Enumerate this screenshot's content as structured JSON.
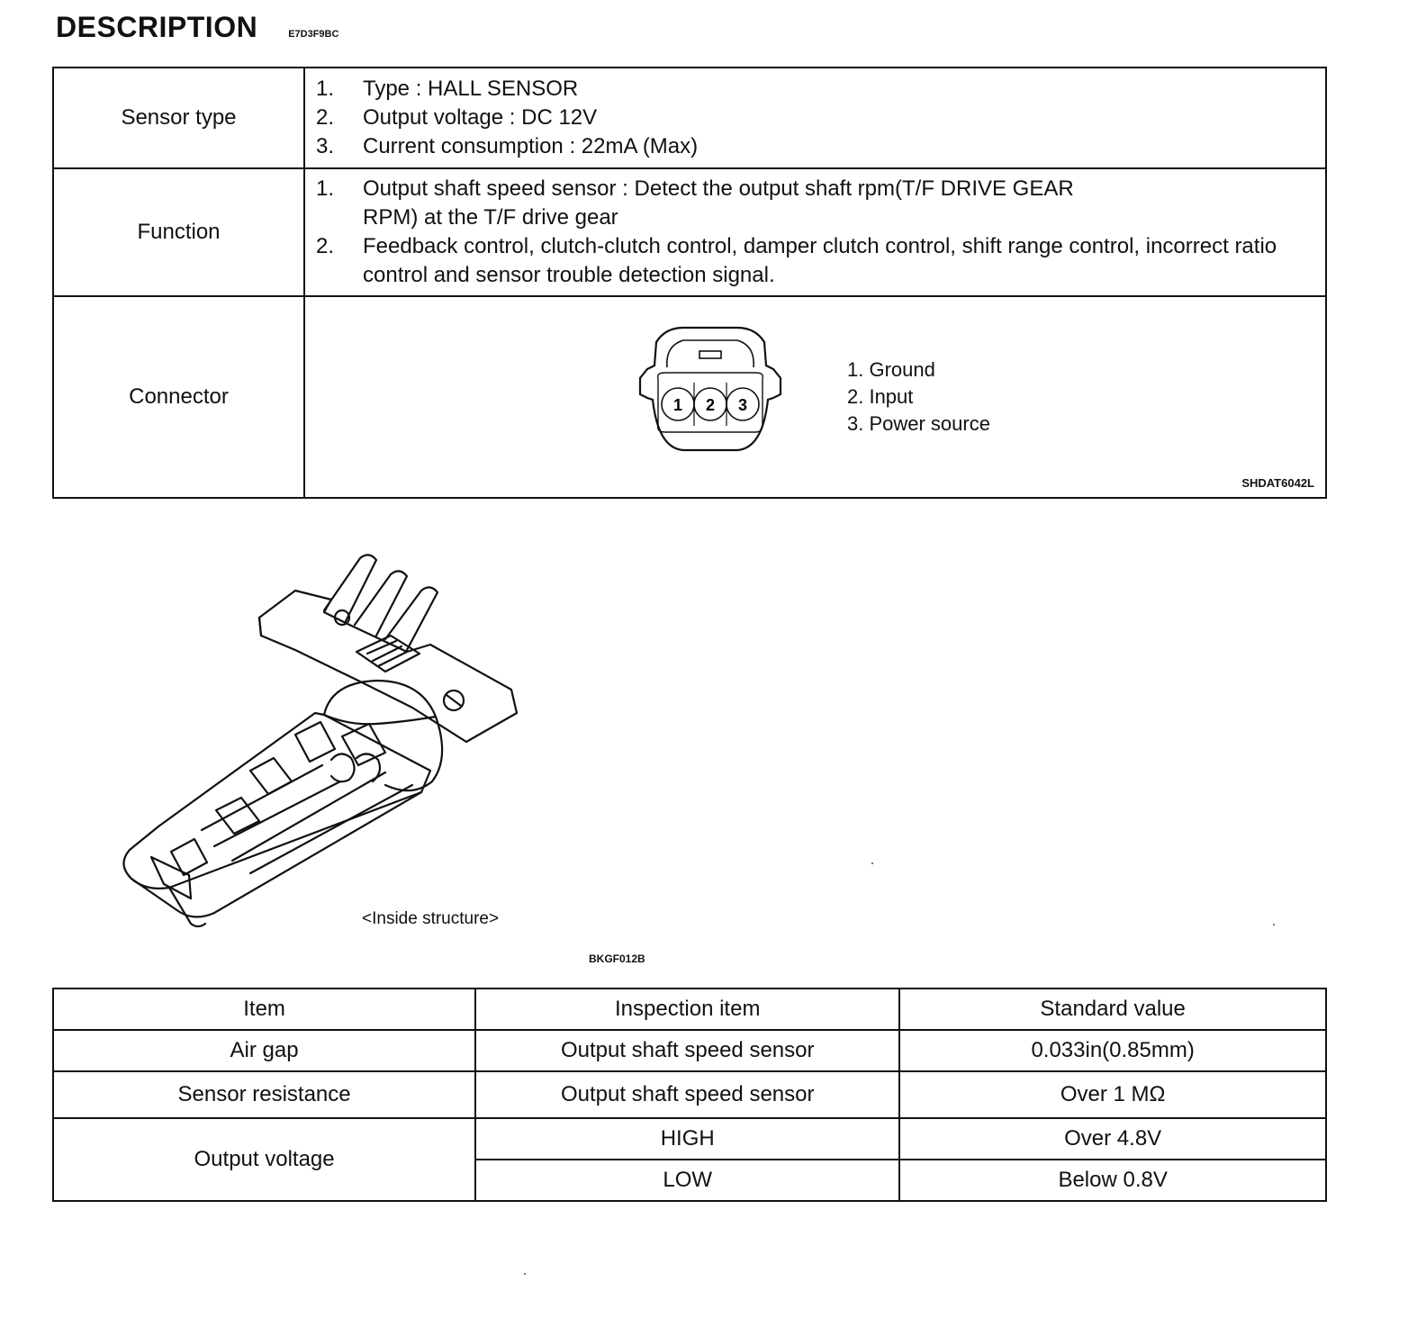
{
  "heading": {
    "title": "DESCRIPTION",
    "code": "E7D3F9BC"
  },
  "description_table": {
    "sensor_type": {
      "label": "Sensor type",
      "items": [
        {
          "num": "1.",
          "text": "Type :  HALL SENSOR"
        },
        {
          "num": "2.",
          "text": "Output voltage :  DC 12V"
        },
        {
          "num": "3.",
          "text": "Current consumption :  22mA (Max)"
        }
      ]
    },
    "function": {
      "label": "Function",
      "items": [
        {
          "num": "1.",
          "text": "Output shaft speed sensor :  Detect the output shaft rpm(T/F DRIVE GEAR RPM) at the T/F drive gear"
        },
        {
          "num": "2.",
          "text": "Feedback control, clutch-clutch control, damper clutch control, shift range control, incorrect ratio control and sensor trouble detection signal."
        }
      ]
    },
    "connector": {
      "label": "Connector",
      "pin_numbers": [
        "1",
        "2",
        "3"
      ],
      "pins": [
        "1. Ground",
        "2. Input",
        "3. Power source"
      ],
      "figure_code": "SHDAT6042L"
    }
  },
  "illustration": {
    "caption": "<Inside structure>",
    "figure_code": "BKGF012B"
  },
  "inspection_table": {
    "headers": [
      "Item",
      "Inspection item",
      "Standard value"
    ],
    "rows": {
      "air_gap": {
        "item": "Air gap",
        "inspection": "Output shaft speed sensor",
        "value": "0.033in(0.85mm)"
      },
      "sensor_resistance": {
        "item": "Sensor resistance",
        "inspection": "Output shaft speed sensor",
        "value": "Over 1 MΩ"
      },
      "output_voltage": {
        "item": "Output voltage",
        "high": {
          "inspection": "HIGH",
          "value": "Over 4.8V"
        },
        "low": {
          "inspection": "LOW",
          "value": "Below 0.8V"
        }
      }
    }
  }
}
